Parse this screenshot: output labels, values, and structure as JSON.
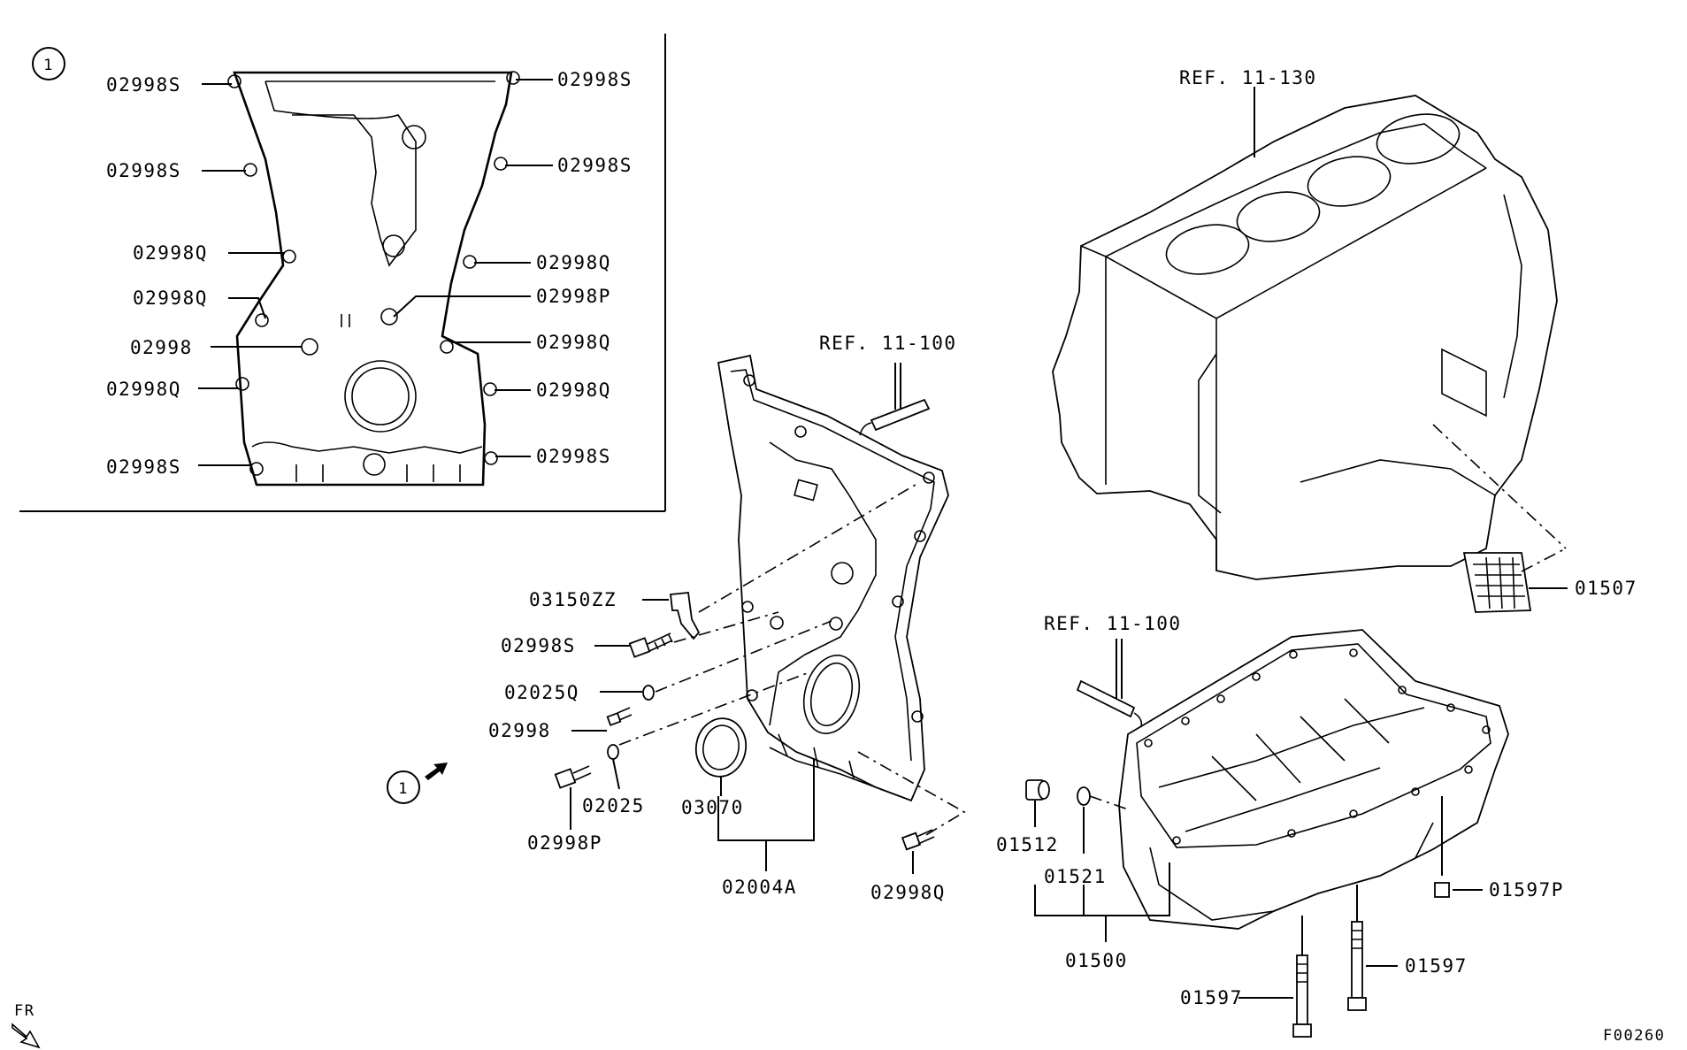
{
  "callouts": {
    "c1": "02998S",
    "c2": "02998S",
    "c3": "02998Q",
    "c4": "02998Q",
    "c5": "02998",
    "c6": "02998Q",
    "c7": "02998S",
    "c8": "02998S",
    "c9": "02998S",
    "c10": "02998Q",
    "c11": "02998P",
    "c12": "02998Q",
    "c13": "02998Q",
    "c14": "02998S",
    "c15": "03150ZZ",
    "c16": "02998S",
    "c17": "02025Q",
    "c18": "02998",
    "c19": "02998P",
    "c20": "02025",
    "c21": "03070",
    "c22": "02004A",
    "c23": "02998Q",
    "c24": "01512",
    "c25": "01521",
    "c26": "01500",
    "c27": "01597P",
    "c28": "01597",
    "c29": "01597",
    "c30": "01507"
  },
  "refs": {
    "block": "REF. 11-130",
    "sealant_cover": "REF. 11-100",
    "sealant_pan": "REF. 11-100"
  },
  "markers": {
    "detail_marker_1": "1",
    "detail_marker_2": "1"
  },
  "orientation": "FR",
  "figure_code": "F00260"
}
